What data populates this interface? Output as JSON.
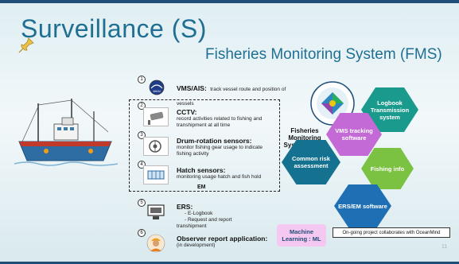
{
  "slide": {
    "title": "Surveillance (S)",
    "subtitle": "Fisheries Monitoring System (FMS)",
    "page_number": "11"
  },
  "items": [
    {
      "number": "1",
      "title": "VMS/AIS:",
      "desc": "track vessel route and position of vessels",
      "icon": "satellite-badge-icon",
      "icon_label": "WAN"
    },
    {
      "number": "2",
      "title": "CCTV:",
      "desc": "record activities related to fishing and transhipment at all time",
      "icon": "cctv-camera-icon"
    },
    {
      "number": "3",
      "title": "Drum-rotation sensors:",
      "desc": "monitor fishing gear usage to indicate fishing activity",
      "icon": "drum-sensor-icon"
    },
    {
      "number": "4",
      "title": "Hatch sensors:",
      "desc": "monitoring usage hatch and fish hold",
      "icon": "hatch-sensor-icon"
    },
    {
      "number": "5",
      "title": "ERS:",
      "desc_lines": [
        "- E-Logbook",
        "- Request and report",
        "transhipment"
      ],
      "icon": "computer-terminal-icon"
    },
    {
      "number": "6",
      "title": "Observer report application:",
      "desc": "(in development)",
      "icon": "observer-person-icon"
    }
  ],
  "dashbox_label": "EM",
  "fms_diagram": {
    "center_label": "Fisheries Monitoring System (FMS)",
    "hexagons": [
      {
        "label": "Logbook Transmission system",
        "color": "#1a9a8c"
      },
      {
        "label": "VMS tracking software",
        "color": "#c46ad6"
      },
      {
        "label": "Common risk assessment",
        "color": "#14718f"
      },
      {
        "label": "Fishing info",
        "color": "#7cc242"
      },
      {
        "label": "ERS/EM software",
        "color": "#1f6fb5"
      }
    ]
  },
  "ml_box": "Machine Learning : ML",
  "ongoing_note": "On-going project collaborates with OceanMind"
}
